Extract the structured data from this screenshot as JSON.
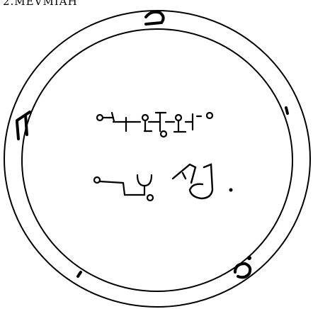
{
  "page": {
    "caption": "2.MEVMIAH"
  },
  "seal": {
    "ink_color": "#000000",
    "paper_color": "#ffffff",
    "border_letters": [
      {
        "name": "letter-top",
        "glyph": "ט"
      },
      {
        "name": "letter-left",
        "glyph": "ח"
      },
      {
        "name": "letter-right",
        "glyph": "י"
      },
      {
        "name": "letter-bottom-left",
        "glyph": "י"
      },
      {
        "name": "letter-bottom-right",
        "glyph": "ט"
      }
    ],
    "center_marks": [
      "upper-sigil-row",
      "lower-left-sigil",
      "lower-right-sigil",
      "dot"
    ]
  }
}
